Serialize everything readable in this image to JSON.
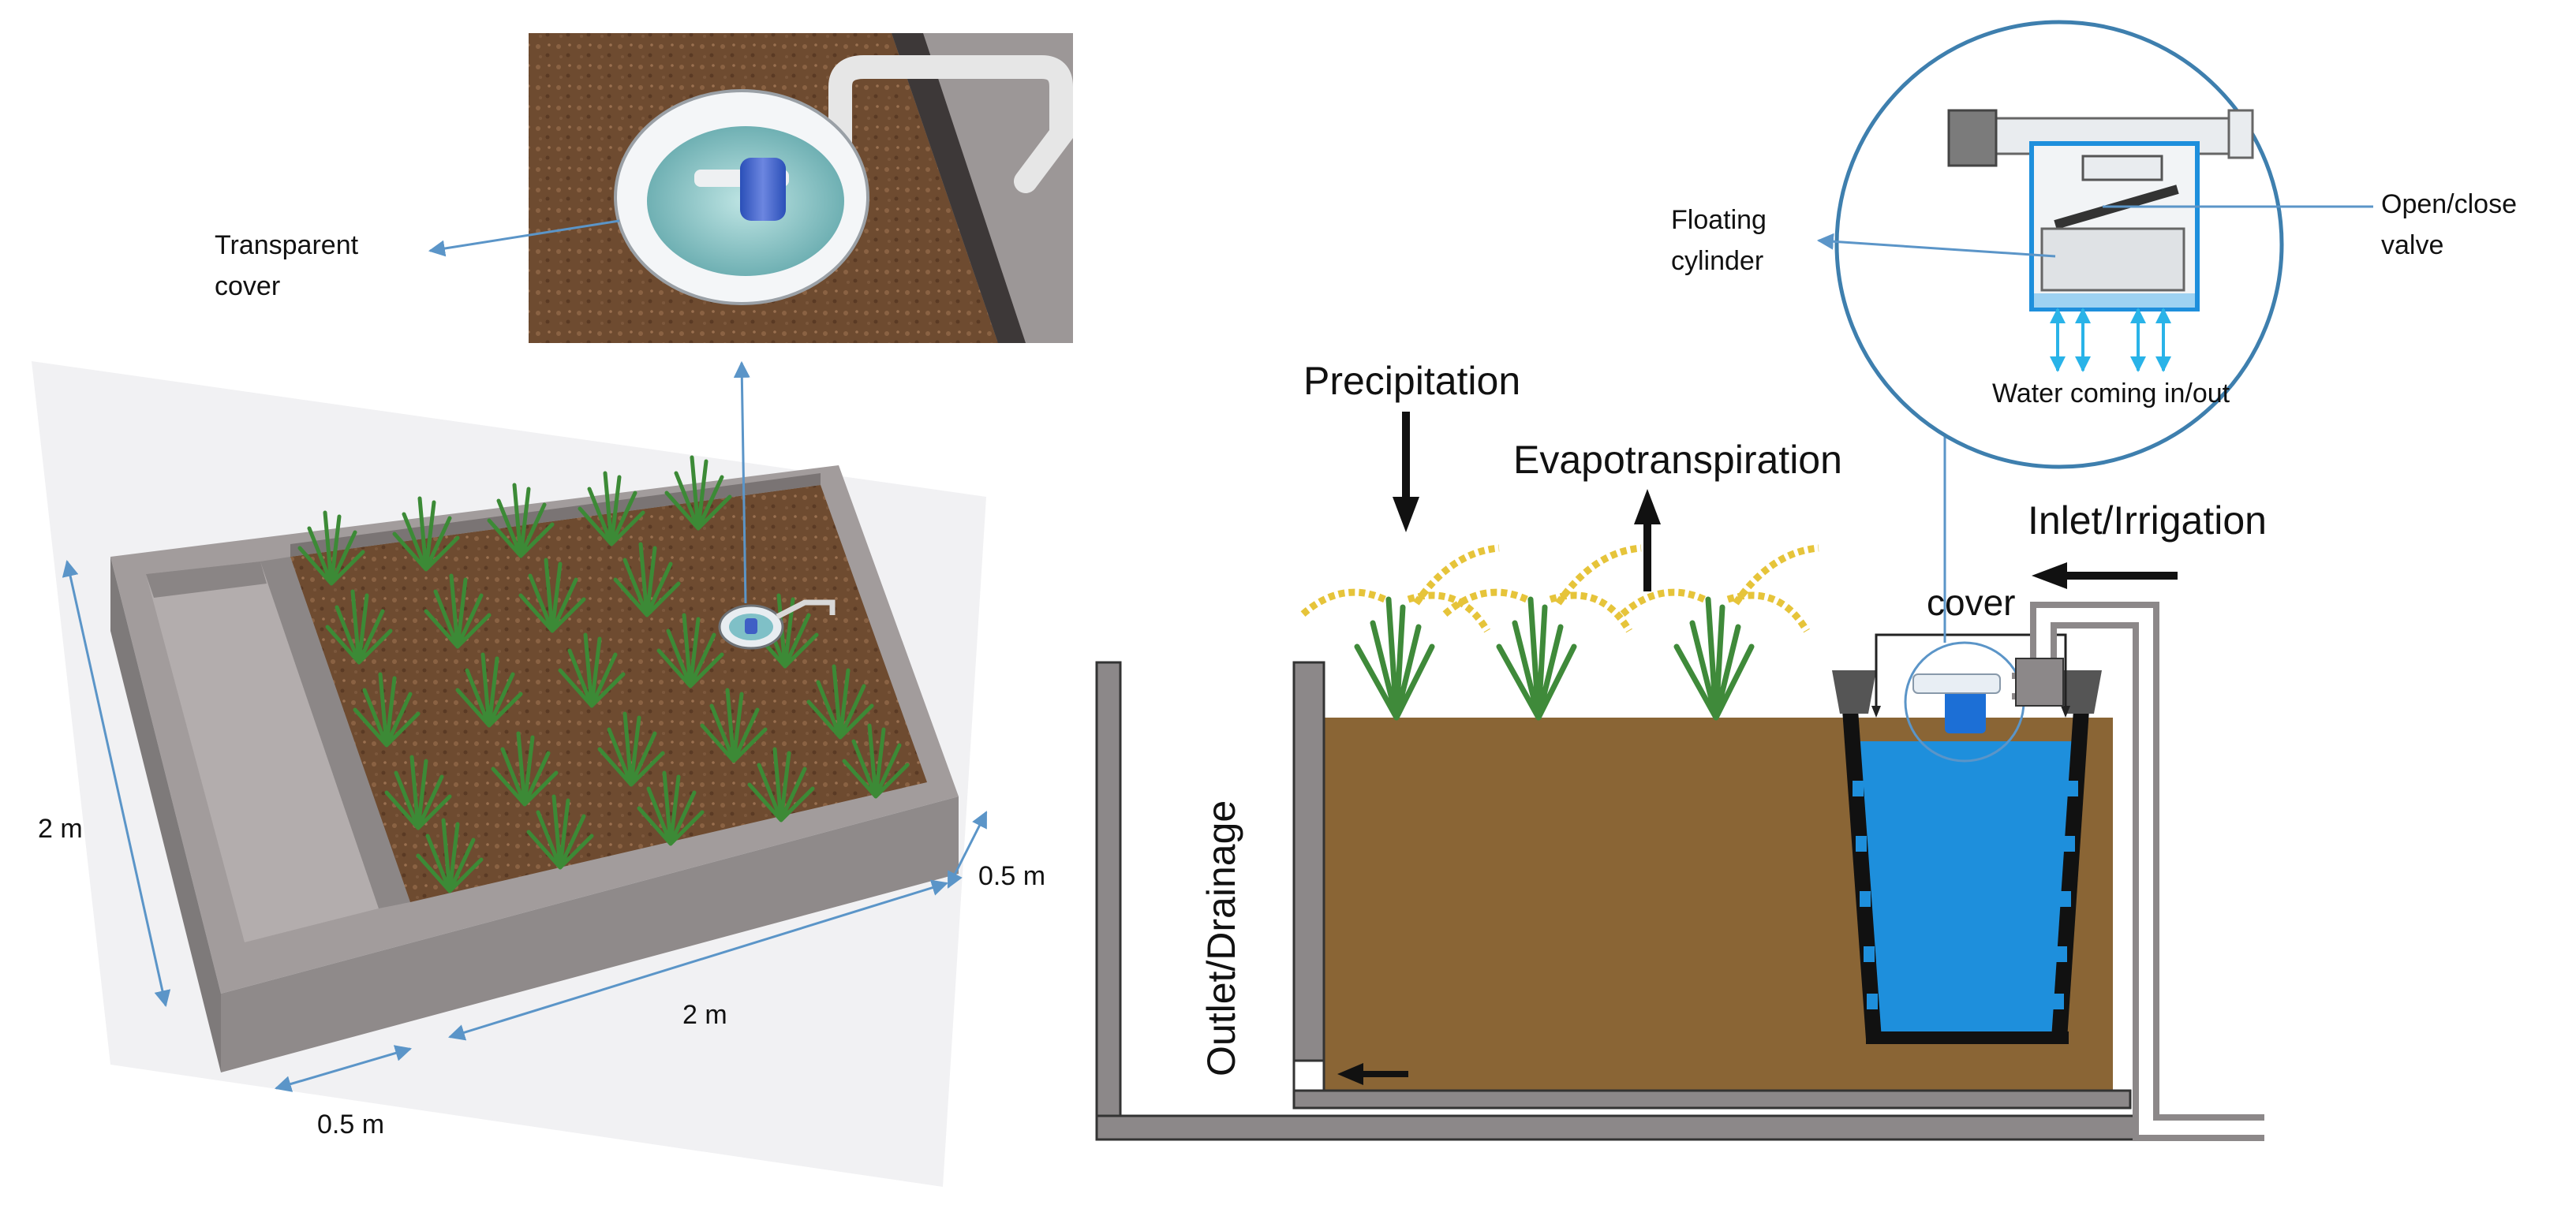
{
  "labels": {
    "transparent_cover": [
      "Transparent",
      "cover"
    ],
    "dim_height": "2 m",
    "dim_length": "2 m",
    "dim_width_right": "0.5 m",
    "dim_width_bottom": "0.5 m",
    "precipitation": "Precipitation",
    "evapotranspiration": "Evapotranspiration",
    "inlet": "Inlet/Irrigation",
    "cover": "cover",
    "outlet": "Outlet/Drainage",
    "floating_cylinder": [
      "Floating",
      "cylinder"
    ],
    "open_close_valve": [
      "Open/close",
      "valve"
    ],
    "water_in_out": "Water coming in/out"
  },
  "colors": {
    "soil": "#8a6535",
    "water": "#1e8fdc",
    "wall": "#8c8889",
    "concrete_top": "#a39d9c",
    "plant": "#3f8a3a",
    "grain": "#e6c43a",
    "leader": "#5b95c8"
  }
}
